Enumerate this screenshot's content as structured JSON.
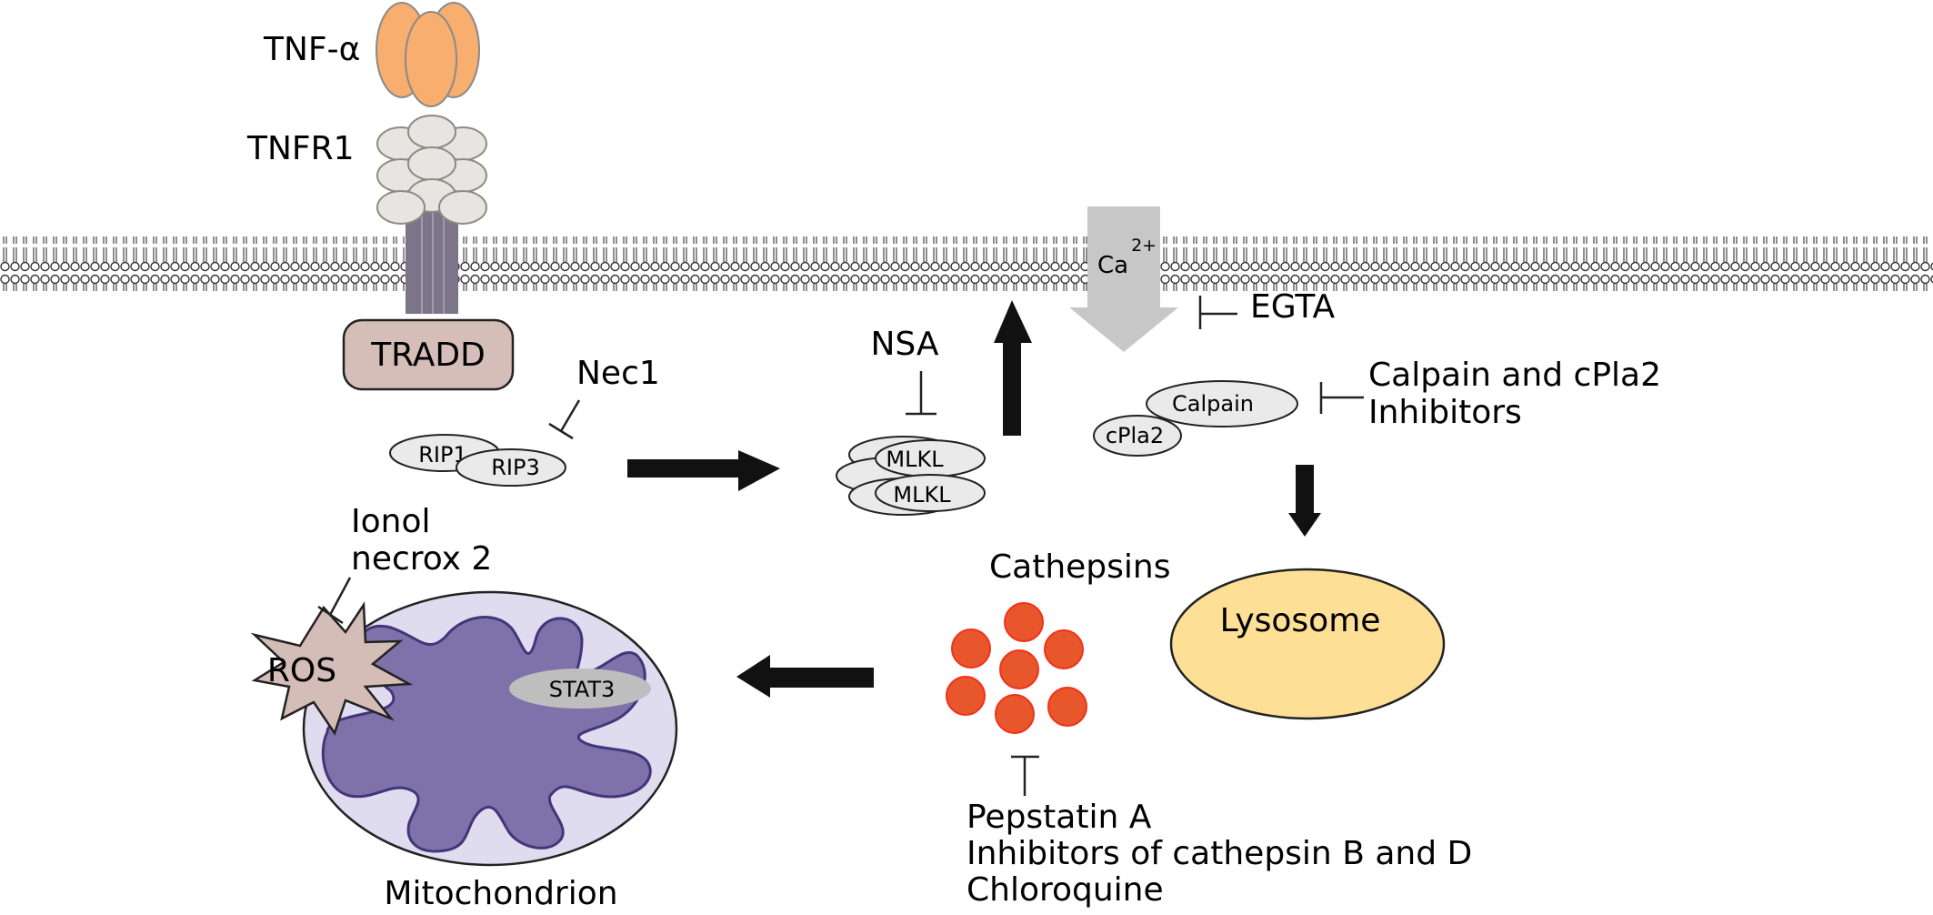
{
  "labels": {
    "tnf_alpha": "TNF-α",
    "tnfr1": "TNFR1",
    "tradd": "TRADD",
    "nec1": "Nec1",
    "rip1": "RIP1",
    "rip3": "RIP3",
    "nsa": "NSA",
    "mlkl_top": "MLKL",
    "mlkl_bottom": "MLKL",
    "ca": "Ca",
    "ca_charge": "2+",
    "egta": "EGTA",
    "calpain": "Calpain",
    "cpla2": "cPla2",
    "calpain_inhibitors_line1": "Calpain and cPla2",
    "calpain_inhibitors_line2": "Inhibitors",
    "lysosome": "Lysosome",
    "cathepsins": "Cathepsins",
    "pepstatin": "Pepstatin A",
    "cathepsin_inhibitors": "Inhibitors of cathepsin B and D",
    "chloroquine": "Chloroquine",
    "ionol": "Ionol",
    "necrox": "necrox 2",
    "ros": "ROS",
    "stat3": "STAT3",
    "mitochondrion": "Mitochondrion"
  },
  "colors": {
    "tnf_alpha": "#F7AE6E",
    "receptor": "#E6E5E1",
    "receptor_stem": "#7C7489",
    "tradd": "#D5BEB8",
    "protein": "#EAEAEA",
    "calcium_arrow": "#C7C7C7",
    "lysosome": "#FDDF96",
    "cathepsin": "#E8562C",
    "ros": "#D4BCB7",
    "mitochondrion_outer": "#DEDCEE",
    "mitochondrion_inner": "#7F72AA",
    "stat3": "#BEBEBE",
    "arrow": "#111111"
  }
}
